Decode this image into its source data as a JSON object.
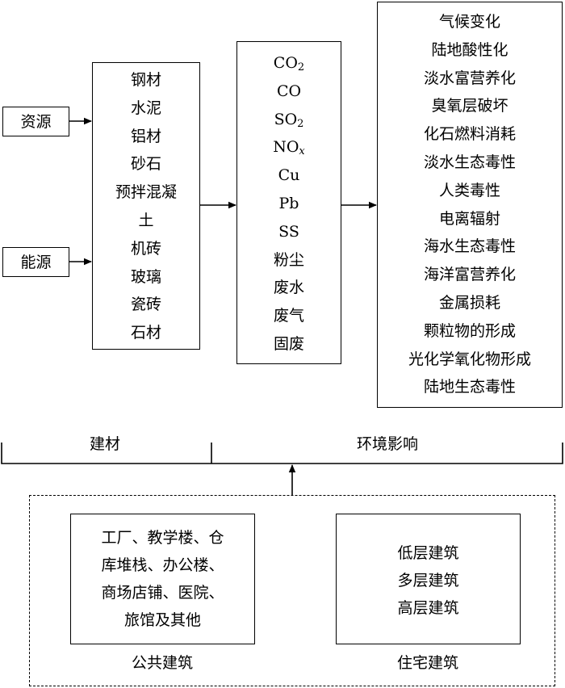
{
  "inputs": {
    "resources": "资源",
    "energy": "能源"
  },
  "materials": [
    "钢材",
    "水泥",
    "铝材",
    "砂石",
    "预拌混凝",
    "土",
    "机砖",
    "玻璃",
    "瓷砖",
    "石材"
  ],
  "emissions": [
    {
      "base": "CO",
      "sub": "2"
    },
    {
      "base": "CO"
    },
    {
      "base": "SO",
      "sub": "2"
    },
    {
      "base": "NO",
      "sub": "x",
      "sub_italic": true
    },
    {
      "base": "Cu"
    },
    {
      "base": "Pb"
    },
    {
      "base": "SS"
    },
    {
      "base": "粉尘"
    },
    {
      "base": "废水"
    },
    {
      "base": "废气"
    },
    {
      "base": "固废"
    }
  ],
  "impacts": [
    "气候变化",
    "陆地酸性化",
    "淡水富营养化",
    "臭氧层破坏",
    "化石燃料消耗",
    "淡水生态毒性",
    "人类毒性",
    "电离辐射",
    "海水生态毒性",
    "海洋富营养化",
    "金属损耗",
    "颗粒物的形成",
    "光化学氧化物形成",
    "陆地生态毒性"
  ],
  "bracket": {
    "left_label": "建材",
    "right_label": "环境影响"
  },
  "public_buildings": {
    "lines": [
      "工厂、教学楼、仓",
      "库堆栈、办公楼、",
      "商场店铺、医院、",
      "旅馆及其他"
    ],
    "caption": "公共建筑"
  },
  "residential_buildings": {
    "lines": [
      "低层建筑",
      "多层建筑",
      "高层建筑"
    ],
    "caption": "住宅建筑"
  },
  "colors": {
    "line": "#000000",
    "background": "#ffffff"
  }
}
